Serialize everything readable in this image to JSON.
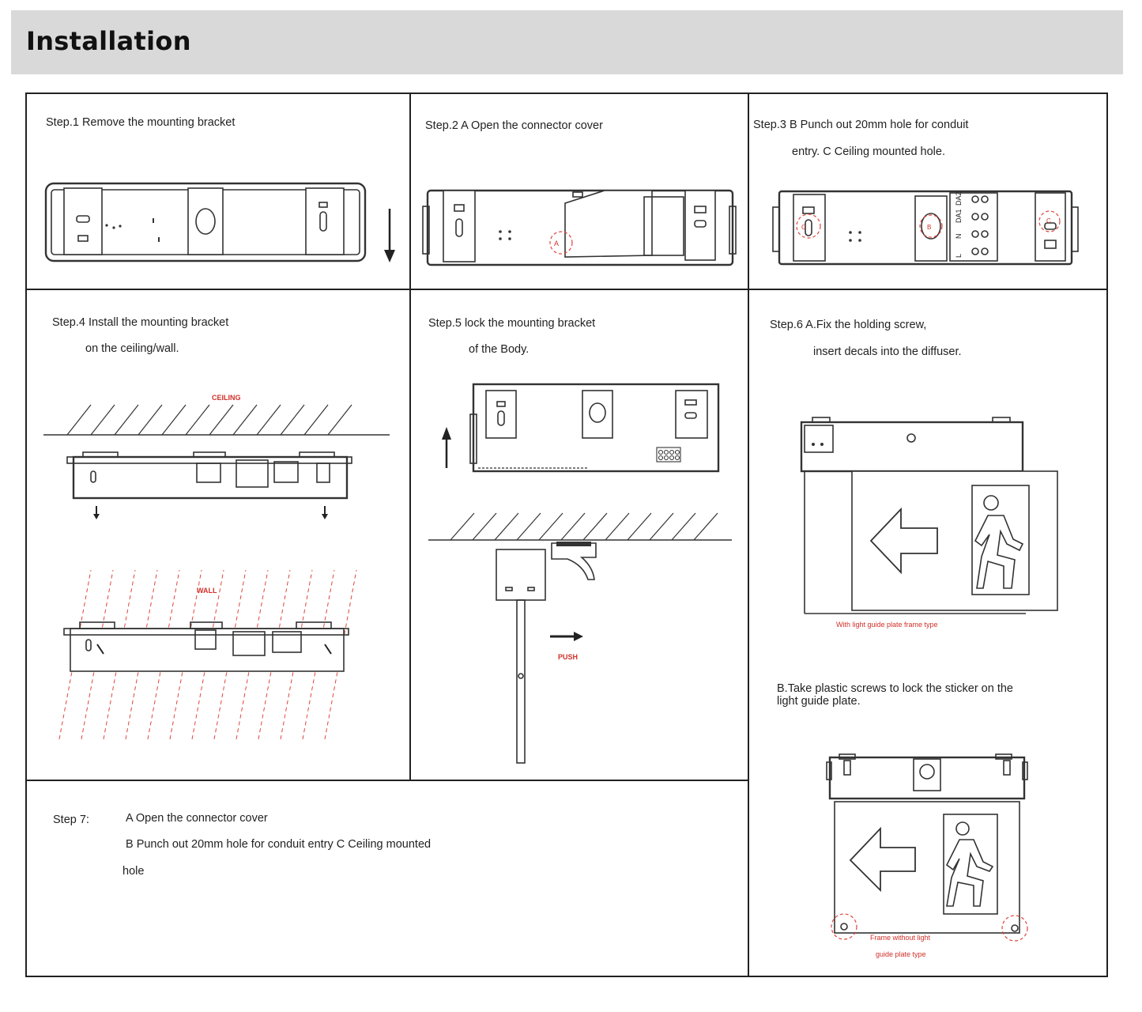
{
  "header": {
    "title": "Installation"
  },
  "steps": {
    "s1": {
      "line1": "Step.1  Remove the mounting bracket"
    },
    "s2": {
      "line1": "Step.2  A Open the connector cover"
    },
    "s3": {
      "line1": "Step.3 B Punch out 20mm hole for conduit",
      "line2": "entry. C Ceiling mounted hole."
    },
    "s4": {
      "line1": "Step.4  Install the mounting bracket",
      "line2": "on the ceiling/wall.",
      "ceiling_label": "CEILING",
      "wall_label": "WALL"
    },
    "s5": {
      "line1": "Step.5  lock the mounting bracket",
      "line2": "of the Body.",
      "push_label": "PUSH"
    },
    "s6": {
      "line1": "Step.6  A.Fix the holding screw,",
      "line2": "insert decals into the diffuser.",
      "caption_a": "With light guide plate frame type",
      "b_line1": "B.Take plastic screws to lock the sticker on the",
      "b_line2": "light guide plate.",
      "caption_b1": "Frame without light",
      "caption_b2": "guide plate type"
    },
    "s7": {
      "label": "Step 7:",
      "a": "A   Open the connector cover",
      "b": "B   Punch out 20mm hole for conduit entry  C   Ceiling mounted",
      "c": "hole"
    }
  },
  "markers": {
    "a": "A",
    "b": "B",
    "c": "C"
  },
  "terminals": [
    "L",
    "N",
    "DA1",
    "DA2"
  ],
  "colors": {
    "header_bg": "#d9d9d9",
    "border": "#222222",
    "red_annotation": "#d0302a"
  }
}
